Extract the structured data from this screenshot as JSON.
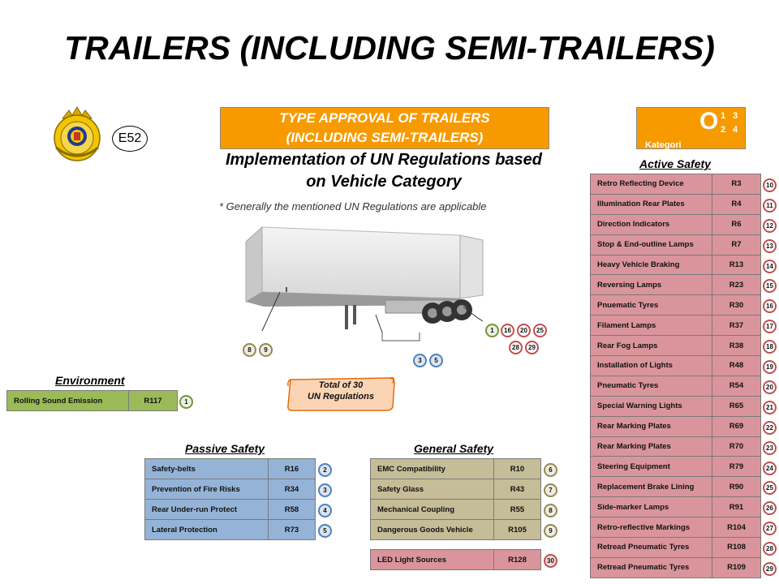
{
  "title": "TRAILERS (INCLUDING SEMI-TRAILERS)",
  "type_approval": {
    "line1": "TYPE APPROVAL OF TRAILERS",
    "line2": "(INCLUDING SEMI-TRAILERS)"
  },
  "subtitle": {
    "line1": "Implementation of UN Regulations based",
    "line2": "on Vehicle Category"
  },
  "note": "* Generally the mentioned UN Regulations are applicable",
  "category": {
    "letter": "O",
    "sub": [
      "1",
      "3",
      "2",
      "4"
    ],
    "label": "Kategori"
  },
  "approval_mark": "E52",
  "total": {
    "line1": "Total of 30",
    "line2": "UN Regulations"
  },
  "sections": {
    "active": "Active Safety",
    "environment": "Environment",
    "passive": "Passive Safety",
    "general": "General Safety"
  },
  "active_safety": [
    {
      "name": "Retro Reflecting Device",
      "code": "R3",
      "no": "10"
    },
    {
      "name": "Illumination Rear Plates",
      "code": "R4",
      "no": "11"
    },
    {
      "name": "Direction Indicators",
      "code": "R6",
      "no": "12"
    },
    {
      "name": "Stop & End-outline Lamps",
      "code": "R7",
      "no": "13"
    },
    {
      "name": "Heavy Vehicle Braking",
      "code": "R13",
      "no": "14"
    },
    {
      "name": "Reversing Lamps",
      "code": "R23",
      "no": "15"
    },
    {
      "name": "Pnuematic Tyres",
      "code": "R30",
      "no": "16"
    },
    {
      "name": "Filament Lamps",
      "code": "R37",
      "no": "17"
    },
    {
      "name": "Rear Fog Lamps",
      "code": "R38",
      "no": "18"
    },
    {
      "name": "Installation of Lights",
      "code": "R48",
      "no": "19"
    },
    {
      "name": "Pneumatic Tyres",
      "code": "R54",
      "no": "20"
    },
    {
      "name": "Special Warning Lights",
      "code": "R65",
      "no": "21"
    },
    {
      "name": "Rear Marking Plates",
      "code": "R69",
      "no": "22"
    },
    {
      "name": "Rear Marking Plates",
      "code": "R70",
      "no": "23"
    },
    {
      "name": "Steering Equipment",
      "code": "R79",
      "no": "24"
    },
    {
      "name": "Replacement Brake Lining",
      "code": "R90",
      "no": "25"
    },
    {
      "name": "Side-marker Lamps",
      "code": "R91",
      "no": "26"
    },
    {
      "name": "Retro-reflective Markings",
      "code": "R104",
      "no": "27"
    },
    {
      "name": "Retread Pneumatic Tyres",
      "code": "R108",
      "no": "28"
    },
    {
      "name": "Retread Pneumatic Tyres",
      "code": "R109",
      "no": "29"
    }
  ],
  "environment": [
    {
      "name": "Rolling Sound Emission",
      "code": "R117",
      "no": "1"
    }
  ],
  "passive_safety": [
    {
      "name": "Safety-belts",
      "code": "R16",
      "no": "2"
    },
    {
      "name": "Prevention of Fire Risks",
      "code": "R34",
      "no": "3"
    },
    {
      "name": "Rear Under-run Protect",
      "code": "R58",
      "no": "4"
    },
    {
      "name": "Lateral Protection",
      "code": "R73",
      "no": "5"
    }
  ],
  "general_safety": [
    {
      "name": "EMC Compatibility",
      "code": "R10",
      "no": "6"
    },
    {
      "name": "Safety Glass",
      "code": "R43",
      "no": "7"
    },
    {
      "name": "Mechanical Coupling",
      "code": "R55",
      "no": "8"
    },
    {
      "name": "Dangerous Goods Vehicle",
      "code": "R105",
      "no": "9"
    }
  ],
  "led": [
    {
      "name": "LED Light Sources",
      "code": "R128",
      "no": "30"
    }
  ],
  "callouts": {
    "left": [
      "8",
      "9"
    ],
    "middle": [
      "3",
      "5"
    ],
    "right_row1": [
      "1",
      "16",
      "20",
      "25"
    ],
    "right_row2": [
      "28",
      "29"
    ]
  },
  "colors": {
    "orange": "#f79a00",
    "active": "#d9959b",
    "environment": "#9bbb59",
    "passive": "#95b3d7",
    "general": "#c4bd97"
  }
}
